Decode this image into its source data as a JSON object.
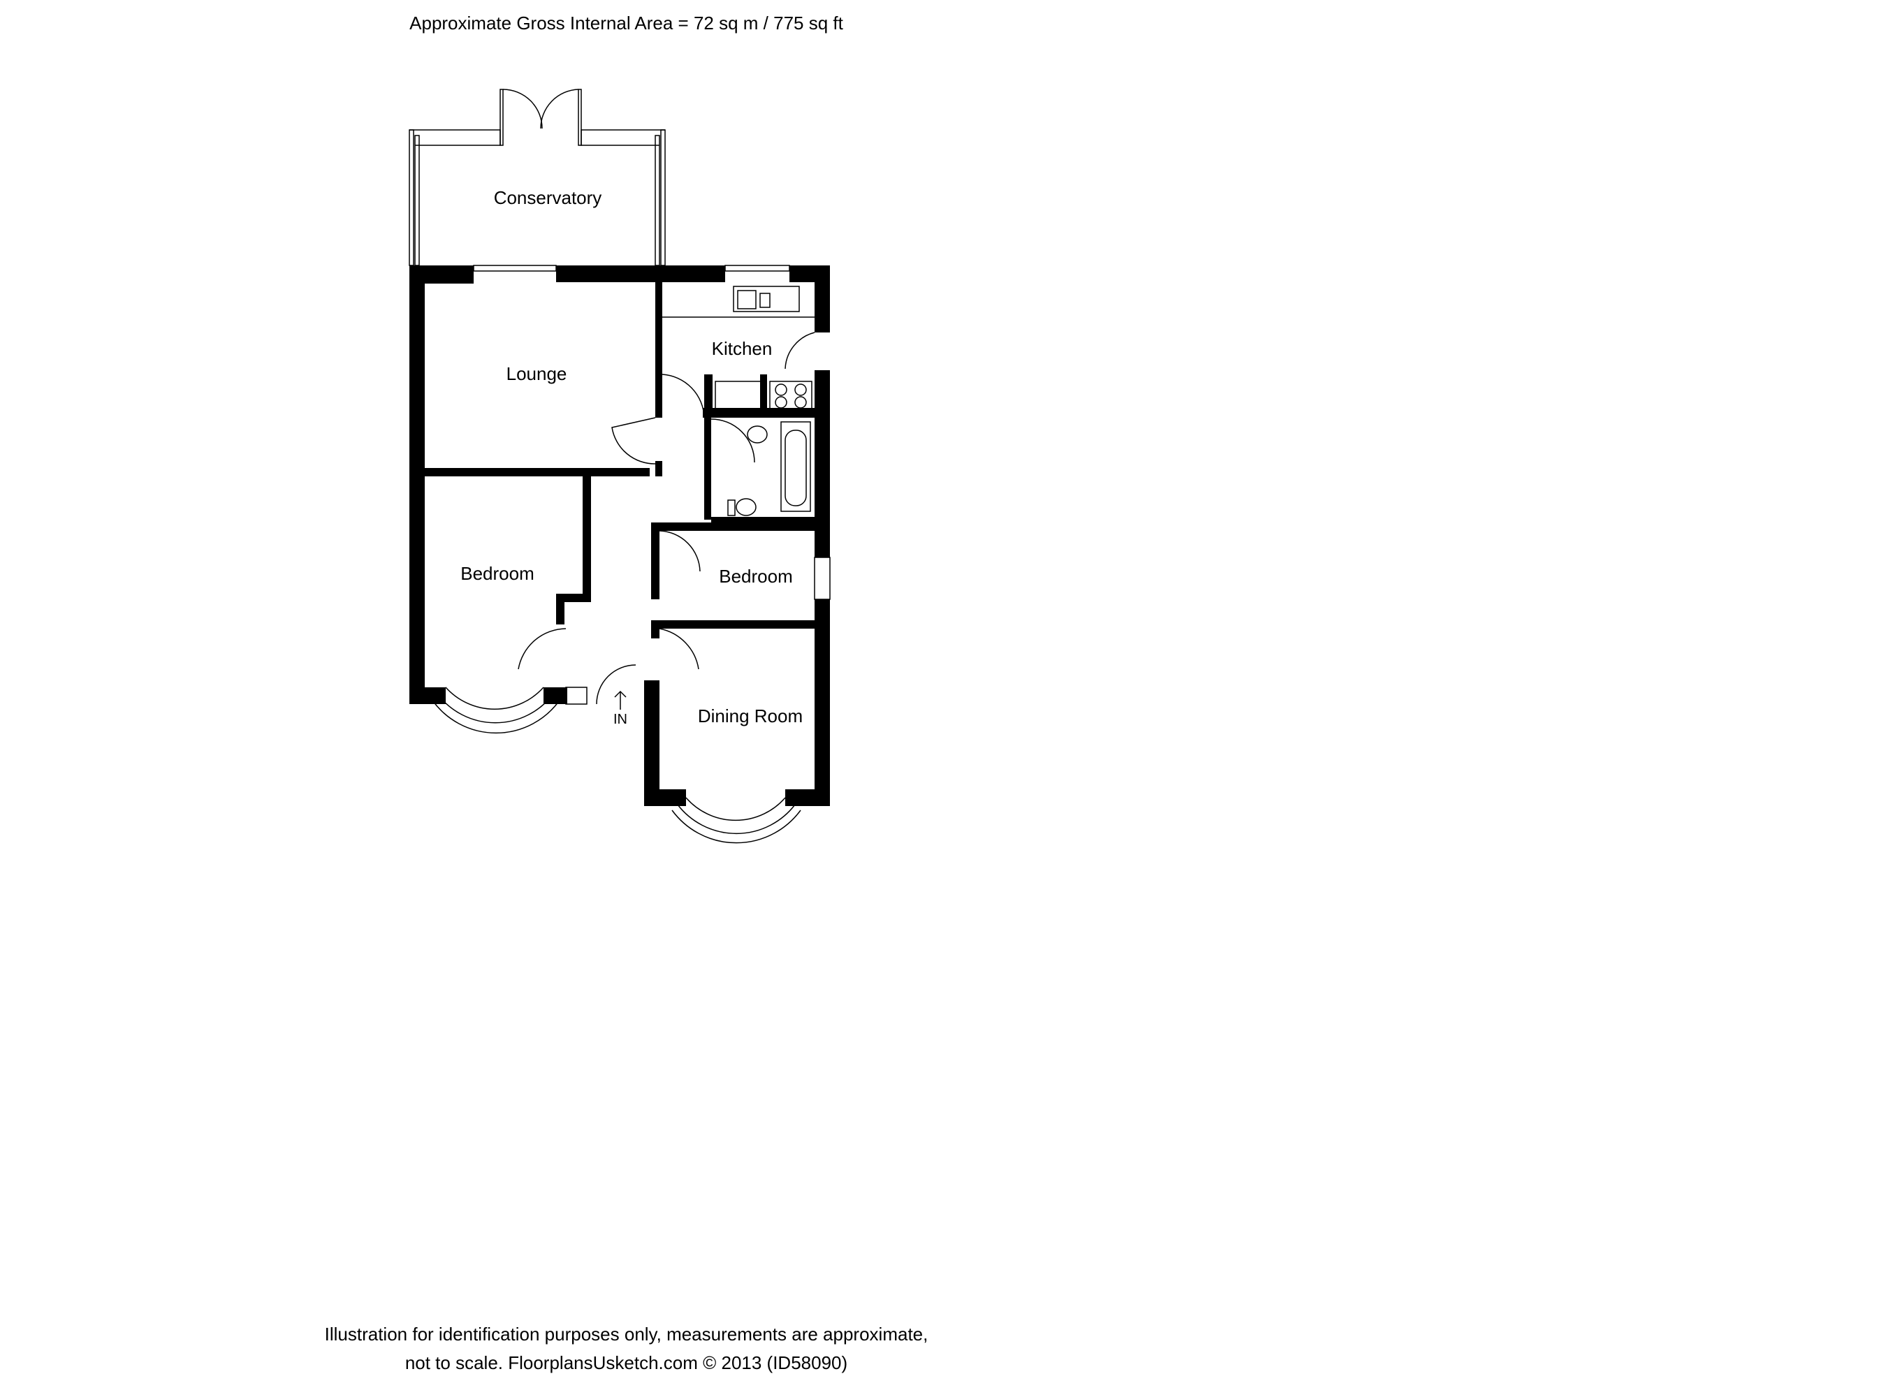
{
  "header": {
    "area_text": "Approximate Gross Internal Area  = 72 sq m / 775 sq ft"
  },
  "rooms": {
    "conservatory": "Conservatory",
    "lounge": "Lounge",
    "kitchen": "Kitchen",
    "bedroom_1": "Bedroom",
    "bedroom_2": "Bedroom",
    "dining_room": "Dining Room"
  },
  "entrance": {
    "label": "IN"
  },
  "footer": {
    "line1": "Illustration for identification purposes only, measurements are approximate,",
    "line2": "not to scale. FloorplansUsketch.com © 2013 (ID58090)"
  }
}
